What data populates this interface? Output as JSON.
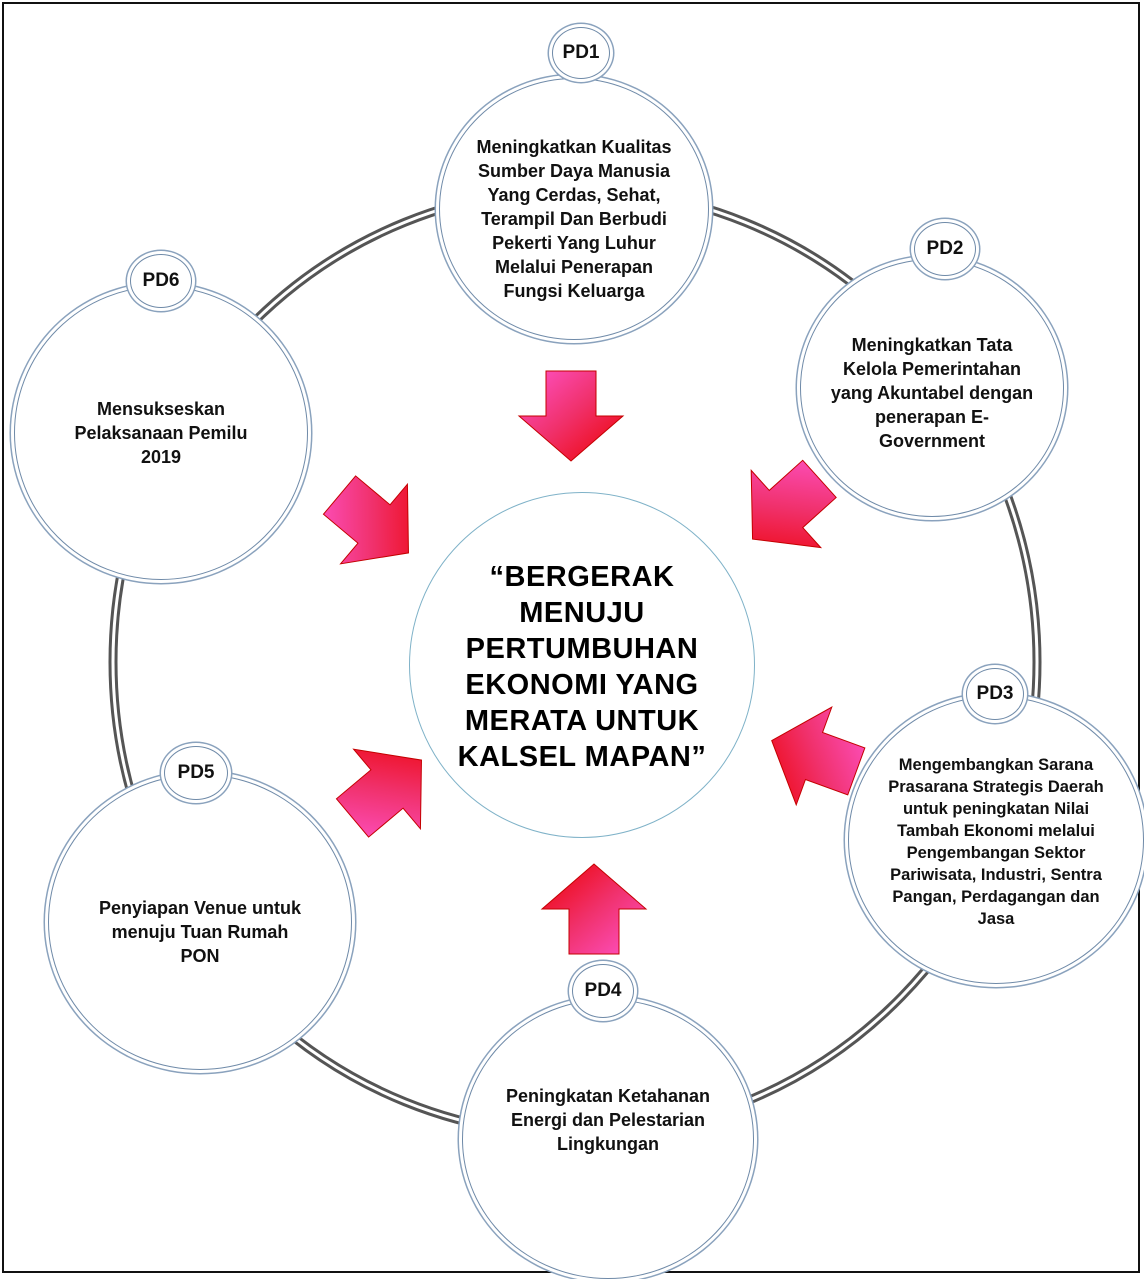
{
  "center": {
    "lines": [
      "“BERGERAK",
      "MENUJU",
      "PERTUMBUHAN",
      "EKONOMI YANG",
      "MERATA UNTUK",
      "KALSEL MAPAN”"
    ]
  },
  "goals": [
    {
      "code": "PD1",
      "lines": [
        "Meningkatkan Kualitas",
        "Sumber Daya Manusia",
        "Yang Cerdas, Sehat,",
        "Terampil Dan Berbudi",
        "Pekerti Yang Luhur",
        "Melalui Penerapan",
        "Fungsi Keluarga"
      ]
    },
    {
      "code": "PD2",
      "lines": [
        "Meningkatkan Tata",
        "Kelola Pemerintahan",
        "yang Akuntabel dengan",
        "penerapan E-",
        "Government"
      ]
    },
    {
      "code": "PD3",
      "lines": [
        "Mengembangkan Sarana",
        "Prasarana Strategis Daerah",
        "untuk peningkatan Nilai",
        "Tambah Ekonomi melalui",
        "Pengembangan Sektor",
        "Pariwisata, Industri, Sentra",
        "Pangan, Perdagangan dan",
        "Jasa"
      ]
    },
    {
      "code": "PD4",
      "lines": [
        "Peningkatan Ketahanan",
        "Energi dan Pelestarian",
        "Lingkungan"
      ]
    },
    {
      "code": "PD5",
      "lines": [
        "Penyiapan Venue untuk",
        "menuju Tuan Rumah",
        "PON"
      ]
    },
    {
      "code": "PD6",
      "lines": [
        "Mensukseskan",
        "Pelaksanaan Pemilu",
        "2019"
      ]
    }
  ],
  "colors": {
    "arrow_light": "#ff55cc",
    "arrow_mid": "#f0306a",
    "arrow_dark": "#ee0000",
    "ring": "#555555",
    "circle_border": "#6f8aa8"
  }
}
